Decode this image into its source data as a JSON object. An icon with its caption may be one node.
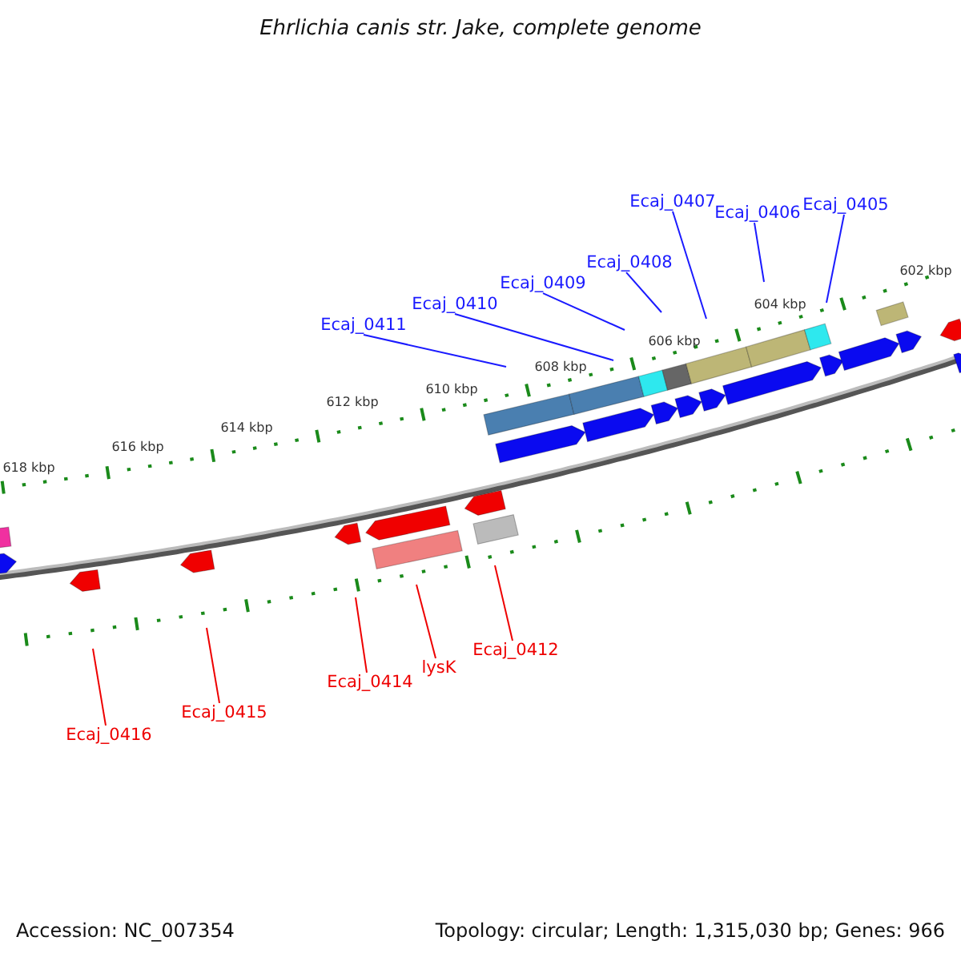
{
  "diagram": {
    "title": "Ehrlichia canis str. Jake, complete genome",
    "nodes": [
      {
        "text": [
          "Ecaj_0405"
        ]
      },
      {
        "text": [
          "Ecaj_0406"
        ]
      },
      {
        "text": [
          "Ecaj_0407"
        ]
      },
      {
        "text": [
          "Ecaj_0408"
        ]
      },
      {
        "text": [
          "Ecaj_0409"
        ]
      },
      {
        "text": [
          "Ecaj_0410"
        ]
      },
      {
        "text": [
          "Ecaj_0411"
        ]
      },
      {
        "text": [
          "Ecaj_0416"
        ]
      },
      {
        "text": [
          "Ecaj_0415"
        ]
      },
      {
        "text": [
          "Ecaj_0414"
        ]
      },
      {
        "text": [
          "lysK"
        ]
      },
      {
        "text": [
          "Ecaj_0412"
        ]
      }
    ],
    "edges": [
      {
        "from": 0,
        "to": null,
        "arrow": "none"
      },
      {
        "from": 1,
        "to": null,
        "arrow": "none"
      },
      {
        "from": 2,
        "to": null,
        "arrow": "none"
      },
      {
        "from": 3,
        "to": null,
        "arrow": "none"
      },
      {
        "from": 4,
        "to": null,
        "arrow": "none"
      },
      {
        "from": 5,
        "to": null,
        "arrow": "none"
      },
      {
        "from": 6,
        "to": null,
        "arrow": "none"
      },
      {
        "from": 7,
        "to": null,
        "arrow": "none",
        "color": "#ee0000"
      },
      {
        "from": 8,
        "to": null,
        "arrow": "none",
        "color": "#ee0000"
      },
      {
        "from": 9,
        "to": null,
        "arrow": "none",
        "color": "#ee0000"
      },
      {
        "from": 10,
        "to": null,
        "arrow": "none",
        "color": "#ee0000"
      },
      {
        "from": 11,
        "to": null,
        "arrow": "none",
        "color": "#ee0000"
      }
    ],
    "labels": [
      "602 kbp",
      "604 kbp",
      "606 kbp",
      "608 kbp",
      "610 kbp",
      "612 kbp",
      "614 kbp",
      "616 kbp",
      "618 kbp",
      "Accession: NC_007354",
      "Topology: circular; Length: 1,315,030 bp; Genes: 966"
    ]
  }
}
